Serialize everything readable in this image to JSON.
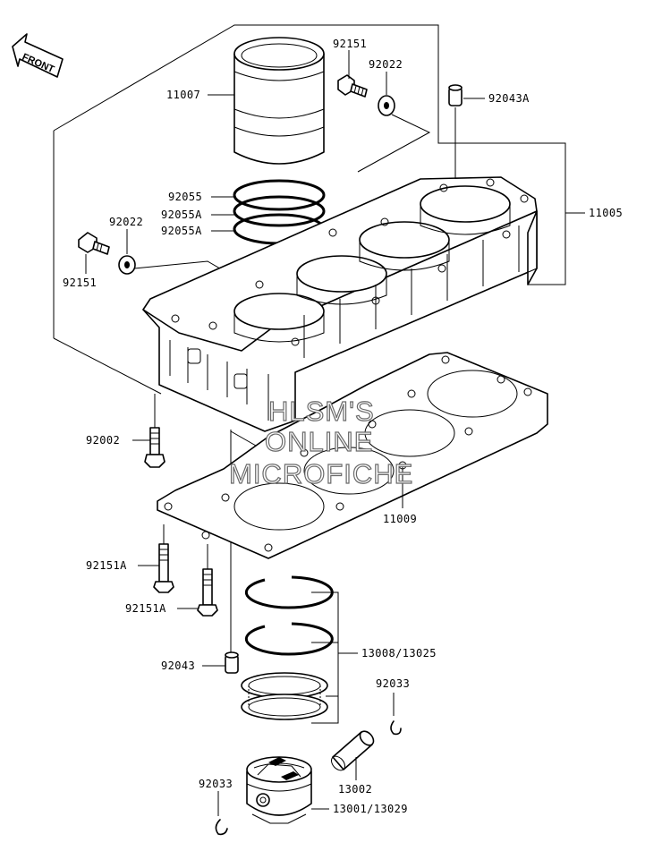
{
  "front_badge": "FRONT",
  "watermark": {
    "line1": "HLSM'S",
    "line2": "ONLINE",
    "line3": "MICROFICHE"
  },
  "labels": {
    "sleeve": "11007",
    "bolt_top": "92151",
    "washer_top": "92022",
    "dowel_top": "92043A",
    "cylinder_block": "11005",
    "oring_1": "92055",
    "oring_2": "92055A",
    "oring_3": "92055A",
    "washer_left": "92022",
    "bolt_left": "92151",
    "stud_bolt": "92002",
    "head_gasket": "11009",
    "bolt_a1": "92151A",
    "bolt_a2": "92151A",
    "dowel_bottom": "92043",
    "piston_rings": "13008/13025",
    "snap_ring_right": "92033",
    "piston_pin": "13002",
    "snap_ring_left": "92033",
    "piston": "13001/13029"
  }
}
